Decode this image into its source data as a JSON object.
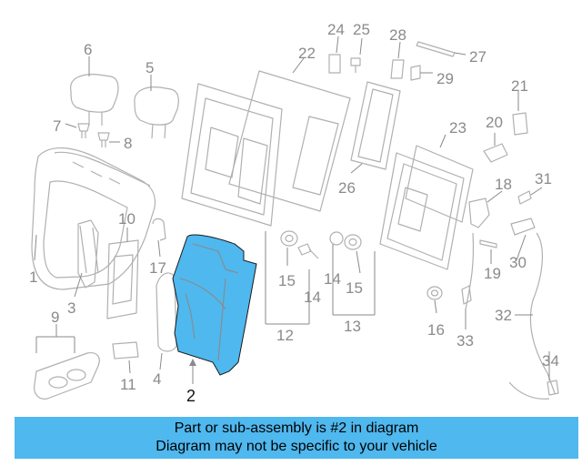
{
  "diagram": {
    "highlight_color": "#4fb8ee",
    "highlighted_part": "2",
    "callouts": [
      "1",
      "2",
      "3",
      "4",
      "5",
      "6",
      "7",
      "8",
      "9",
      "10",
      "11",
      "12",
      "13",
      "14",
      "14",
      "15",
      "15",
      "16",
      "17",
      "18",
      "19",
      "20",
      "21",
      "22",
      "23",
      "24",
      "25",
      "26",
      "27",
      "28",
      "29",
      "30",
      "31",
      "32",
      "33",
      "34"
    ]
  },
  "banner": {
    "line1": "Part or sub-assembly is #2 in diagram",
    "line2": "Diagram may not be specific to your vehicle",
    "background": "#4fb8ee"
  }
}
